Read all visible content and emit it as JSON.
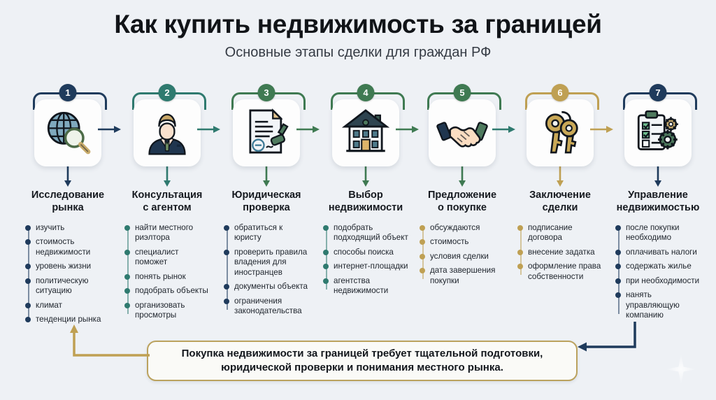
{
  "header": {
    "title": "Как купить недвижимость за границей",
    "subtitle": "Основные этапы сделки для граждан РФ"
  },
  "colors": {
    "background": "#eef1f5",
    "navy": "#1f3b5c",
    "teal": "#2f7a6f",
    "green": "#3f7a52",
    "gold": "#bfa053",
    "card": "#fdfdfd",
    "text": "#15191f"
  },
  "steps": [
    {
      "number": "1",
      "icon": "globe-search-icon",
      "accent": "#1f3b5c",
      "label": "Исследование\nрынка",
      "bullets": [
        "изучить",
        "стоимость недвижимости",
        "уровень жизни",
        "политическую ситуацию",
        "климат",
        "тенденции рынка"
      ]
    },
    {
      "number": "2",
      "icon": "agent-person-icon",
      "accent": "#2f7a6f",
      "label": "Консультация\nс агентом",
      "bullets": [
        "найти местного риэлтора",
        "специалист поможет",
        "понять рынок",
        "подобрать объекты",
        "организовать просмотры"
      ]
    },
    {
      "number": "3",
      "icon": "document-stamp-icon",
      "accent": "#3f7a52",
      "label": "Юридическая\nпроверка",
      "bullets": [
        "обратиться к юристу",
        "проверить правила владения для иностранцев",
        "документы объекта",
        "ограничения законодательства"
      ]
    },
    {
      "number": "4",
      "icon": "house-icon",
      "accent": "#3f7a52",
      "label": "Выбор\nнедвижимости",
      "bullets": [
        "подобрать подходящий объект",
        "способы поиска",
        "интернет-площадки",
        "агентства недвижимости"
      ]
    },
    {
      "number": "5",
      "icon": "handshake-icon",
      "accent": "#3f7a52",
      "label": "Предложение\nо покупке",
      "bullets": [
        "обсуждаются",
        "стоимость",
        "условия сделки",
        "дата завершения покупки"
      ]
    },
    {
      "number": "6",
      "icon": "keys-icon",
      "accent": "#bfa053",
      "label": "Заключение\nсделки",
      "bullets": [
        "подписание договора",
        "внесение задатка",
        "оформление права собственности"
      ]
    },
    {
      "number": "7",
      "icon": "clipboard-gears-icon",
      "accent": "#1f3b5c",
      "label": "Управление\nнедвижимостью",
      "bullets": [
        "после покупки необходимо",
        "оплачивать налоги",
        "содержать жилье",
        "при необходимости",
        "нанять управляющую компанию"
      ]
    }
  ],
  "connector_colors": [
    "#1f3b5c",
    "#2f7a6f",
    "#3f7a52",
    "#3f7a52",
    "#2f7a6f",
    "#bfa053"
  ],
  "bullet_colors": [
    "#1f3b5c",
    "#2f7a6f",
    "#1f3b5c",
    "#2f7a6f",
    "#bfa053",
    "#bfa053",
    "#1f3b5c"
  ],
  "callout": {
    "text": "Покупка недвижимости за границей требует тщательной подготовки, юридической проверки и понимания местного рынка.",
    "border_color": "#bba25e"
  },
  "loop_left": {
    "name": "feedback-loop-left",
    "color": "#bfa053"
  },
  "loop_right": {
    "name": "feedback-loop-right",
    "color": "#1f3b5c"
  },
  "decoration": {
    "sparkle": "sparkle-icon"
  }
}
